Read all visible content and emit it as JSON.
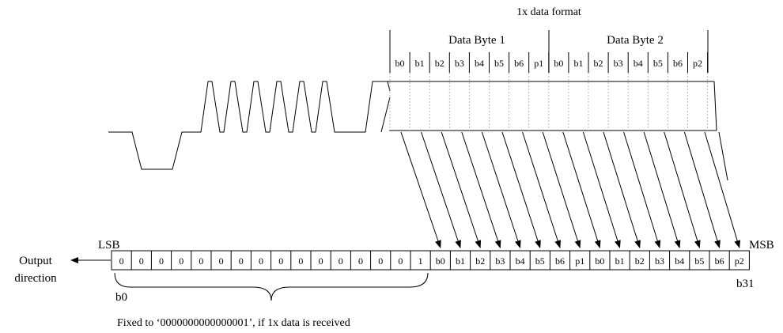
{
  "title": "1x data format",
  "groups": [
    "Data Byte 1",
    "Data Byte 2"
  ],
  "header_bits": [
    "b0",
    "b1",
    "b2",
    "b3",
    "b4",
    "b5",
    "b6",
    "p1",
    "b0",
    "b1",
    "b2",
    "b3",
    "b4",
    "b5",
    "b6",
    "p2"
  ],
  "register": {
    "fixed_cells": [
      "0",
      "0",
      "0",
      "0",
      "0",
      "0",
      "0",
      "0",
      "0",
      "0",
      "0",
      "0",
      "0",
      "0",
      "0",
      "1"
    ],
    "data_cells": [
      "b0",
      "b1",
      "b2",
      "b3",
      "b4",
      "b5",
      "b6",
      "p1",
      "b0",
      "b1",
      "b2",
      "b3",
      "b4",
      "b5",
      "b6",
      "p2"
    ],
    "lsb_label": "LSB",
    "msb_label": "MSB",
    "start_bit_label": "b0",
    "end_bit_label": "b31"
  },
  "output_label_line1": "Output",
  "output_label_line2": "direction",
  "footnote": "Fixed to ‘0000000000000001’, if 1x data is received"
}
